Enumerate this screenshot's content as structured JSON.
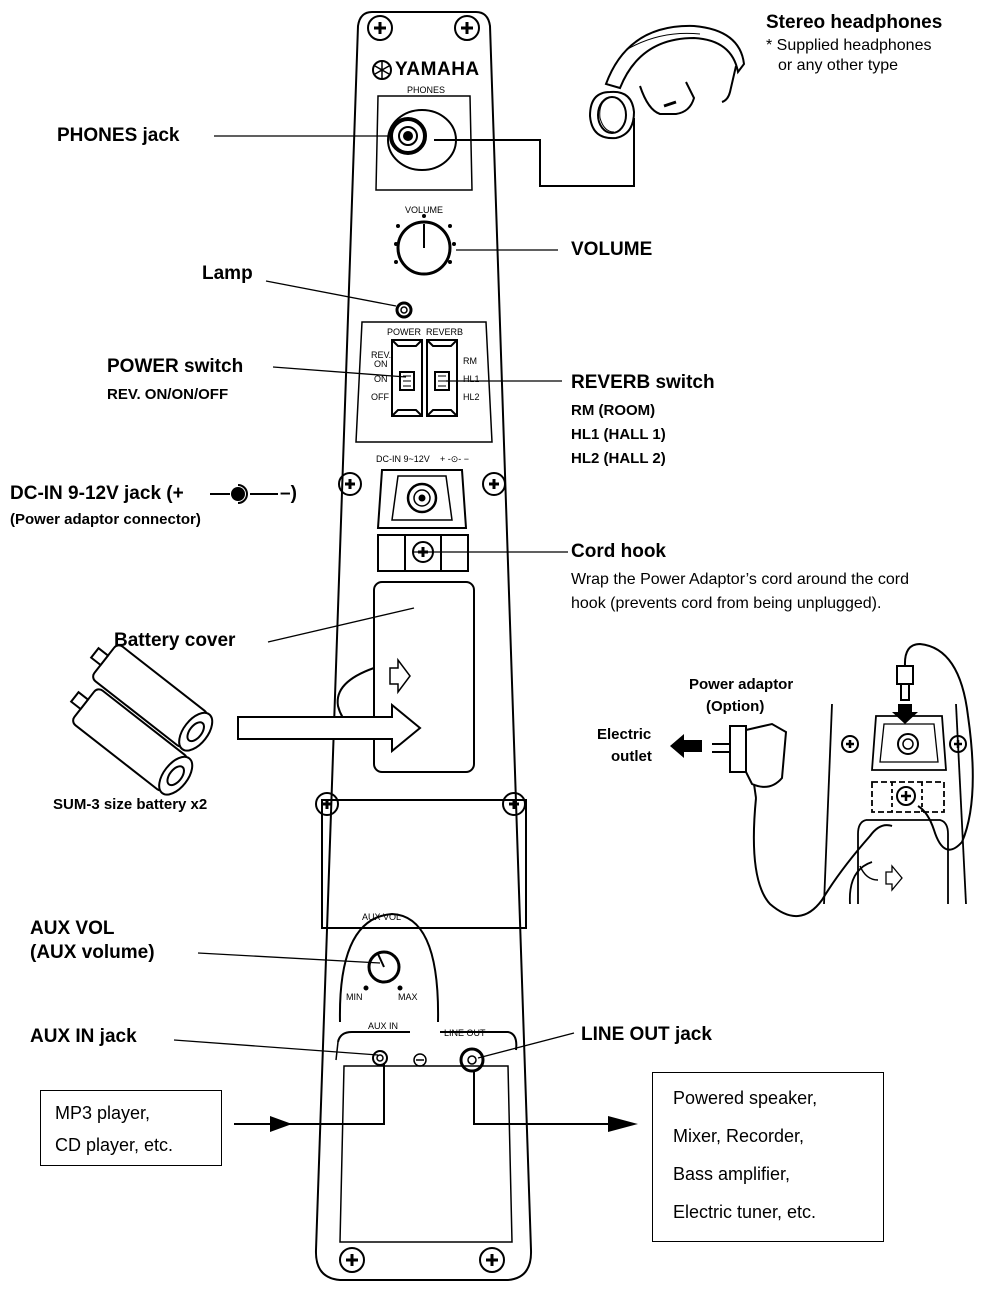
{
  "panel": {
    "brand": "YAMAHA",
    "phones": "PHONES",
    "volume": "VOLUME",
    "power": "POWER",
    "reverb": "REVERB",
    "rev_on_1": "REV.",
    "rev_on_2": "ON",
    "on": "ON",
    "off": "OFF",
    "rm": "RM",
    "hl1": "HL1",
    "hl2": "HL2",
    "dc_in": "DC-IN 9~12V",
    "dc_pol": "+ -⊙- −",
    "aux_vol": "AUX VOL",
    "min": "MIN",
    "max": "MAX",
    "aux_in": "AUX IN",
    "line_out": "LINE OUT"
  },
  "callouts": {
    "stereo_headphones": "Stereo headphones",
    "headphones_note_1": "* Supplied headphones",
    "headphones_note_2": "or any other type",
    "phones_jack": "PHONES jack",
    "volume": "VOLUME",
    "lamp": "Lamp",
    "power_switch": "POWER switch",
    "power_modes": "REV. ON/ON/OFF",
    "reverb_switch": "REVERB switch",
    "rm": "RM (ROOM)",
    "hl1": "HL1 (HALL 1)",
    "hl2": "HL2 (HALL 2)",
    "dc_in_jack": "DC-IN 9-12V jack (+",
    "dc_in_end": "–)",
    "power_adaptor_connector": "(Power adaptor connector)",
    "cord_hook": "Cord hook",
    "cord_hook_note_1": "Wrap the Power Adaptor’s cord around the cord",
    "cord_hook_note_2": "hook (prevents cord from being unplugged).",
    "battery_cover": "Battery cover",
    "power_adaptor_1": "Power adaptor",
    "power_adaptor_2": "(Option)",
    "electric_outlet_1": "Electric",
    "electric_outlet_2": "outlet",
    "battery": "SUM-3 size battery x2",
    "aux_vol_1": "AUX VOL",
    "aux_vol_2": "(AUX volume)",
    "aux_in_jack": "AUX IN jack",
    "line_out_jack": "LINE OUT jack"
  },
  "boxes": {
    "input_1": "MP3 player,",
    "input_2": "CD player, etc.",
    "output_1": "Powered speaker,",
    "output_2": "Mixer, Recorder,",
    "output_3": "Bass amplifier,",
    "output_4": "Electric tuner, etc."
  }
}
